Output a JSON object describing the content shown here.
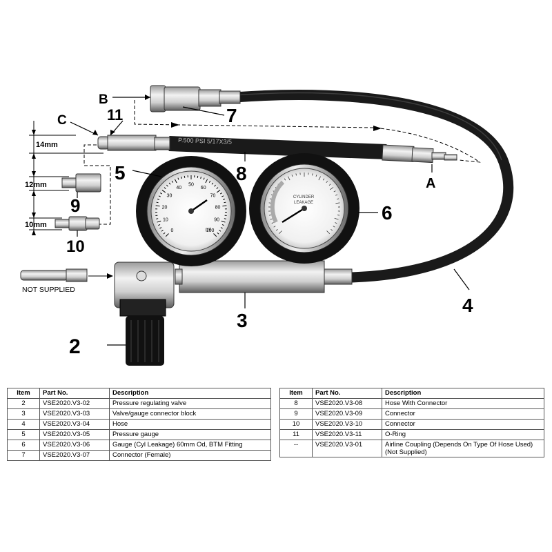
{
  "callouts": {
    "A": "A",
    "B": "B",
    "C": "C",
    "n2": "2",
    "n3": "3",
    "n4": "4",
    "n5": "5",
    "n6": "6",
    "n7": "7",
    "n8": "8",
    "n9": "9",
    "n10": "10",
    "n11": "11"
  },
  "dimensions": {
    "d14": "14mm",
    "d12": "12mm",
    "d10": "10mm"
  },
  "not_supplied": "NOT SUPPLIED",
  "hose_print": "P.500 PSI 5/17X3/5",
  "gauge_left": {
    "units": "psi",
    "ticks": [
      "0",
      "10",
      "20",
      "30",
      "40",
      "50",
      "60",
      "70",
      "80",
      "90",
      "100"
    ]
  },
  "gauge_right": {
    "label_line1": "CYLINDER",
    "label_line2": "LEAKAGE"
  },
  "table_headers": {
    "item": "Item",
    "part": "Part No.",
    "desc": "Description"
  },
  "table_left": [
    {
      "item": "2",
      "part": "VSE2020.V3-02",
      "desc": "Pressure regulating valve"
    },
    {
      "item": "3",
      "part": "VSE2020.V3-03",
      "desc": "Valve/gauge connector block"
    },
    {
      "item": "4",
      "part": "VSE2020.V3-04",
      "desc": "Hose"
    },
    {
      "item": "5",
      "part": "VSE2020.V3-05",
      "desc": "Pressure gauge"
    },
    {
      "item": "6",
      "part": "VSE2020.V3-06",
      "desc": "Gauge (Cyl Leakage) 60mm Od, BTM Fitting"
    },
    {
      "item": "7",
      "part": "VSE2020.V3-07",
      "desc": "Connector (Female)"
    }
  ],
  "table_right": [
    {
      "item": "8",
      "part": "VSE2020.V3-08",
      "desc": "Hose With Connector"
    },
    {
      "item": "9",
      "part": "VSE2020.V3-09",
      "desc": "Connector"
    },
    {
      "item": "10",
      "part": "VSE2020.V3-10",
      "desc": "Connector"
    },
    {
      "item": "11",
      "part": "VSE2020.V3-11",
      "desc": "O-Ring"
    },
    {
      "item": "--",
      "part": "VSE2020.V3-01",
      "desc": "Airline Coupling (Depends On Type Of Hose Used) (Not Supplied)"
    }
  ]
}
